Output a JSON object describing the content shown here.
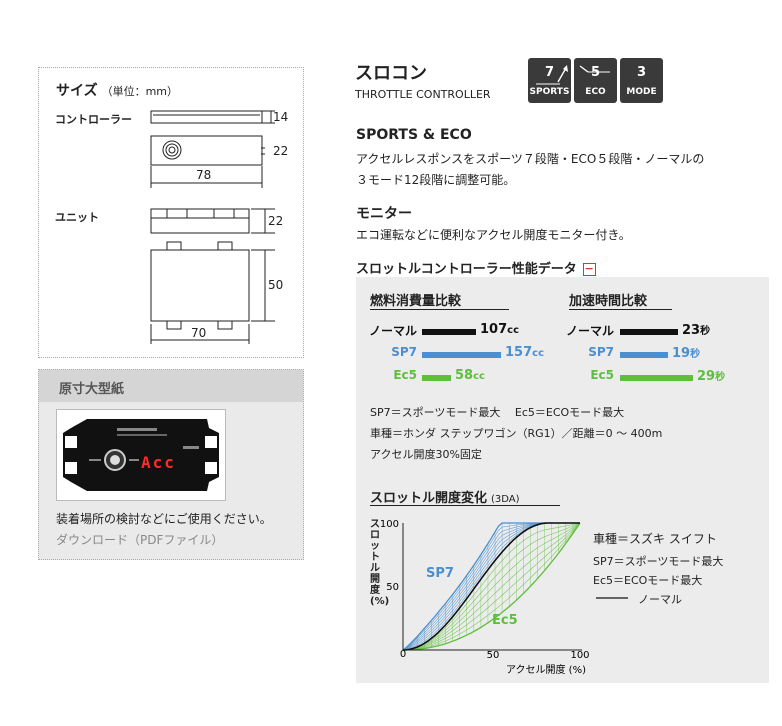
{
  "size": {
    "title": "サイズ",
    "unit": "（単位：mm）",
    "controller_label": "コントローラー",
    "controller_dims": {
      "thickness": "14",
      "height": "22",
      "width": "78"
    },
    "unit_label": "ユニット",
    "unit_dims": {
      "height": "22",
      "depth": "50",
      "width": "70"
    }
  },
  "paper": {
    "title": "原寸大型紙",
    "description": "装着場所の検討などにご使用ください。",
    "download_link": "ダウンロード（PDFファイル）",
    "display_text": "Acc"
  },
  "product": {
    "title": "スロコン",
    "subtitle": "THROTTLE CONTROLLER",
    "modes": [
      {
        "num": "7",
        "cap": "SPORTS"
      },
      {
        "num": "5",
        "cap": "ECO"
      },
      {
        "num": "3",
        "cap": "MODE"
      }
    ]
  },
  "sports_eco": {
    "heading": "SPORTS & ECO",
    "line1": "アクセルレスポンスをスポーツ７段階・ECO５段階・ノーマルの",
    "line2": "３モード12段階に調整可能。"
  },
  "monitor": {
    "heading": "モニター",
    "text": "エコ運転などに便利なアクセル開度モニター付き。"
  },
  "perf": {
    "heading": "スロットルコントローラー性能データ",
    "toggle": "−",
    "fuel": {
      "heading": "燃料消費量比較",
      "rows": [
        {
          "label": "ノーマル",
          "value": "107",
          "unit": "cc",
          "color": "#111111",
          "ratio": 1.0
        },
        {
          "label": "SP7",
          "value": "157",
          "unit": "cc",
          "color": "#4a8fd0",
          "ratio": 1.467
        },
        {
          "label": "Ec5",
          "value": "58",
          "unit": "cc",
          "color": "#5dbf3c",
          "ratio": 0.542
        }
      ]
    },
    "accel": {
      "heading": "加速時間比較",
      "rows": [
        {
          "label": "ノーマル",
          "value": "23",
          "unit": "秒",
          "color": "#111111",
          "ratio": 1.0
        },
        {
          "label": "SP7",
          "value": "19",
          "unit": "秒",
          "color": "#4a8fd0",
          "ratio": 0.826
        },
        {
          "label": "Ec5",
          "value": "29",
          "unit": "秒",
          "color": "#5dbf3c",
          "ratio": 1.26
        }
      ]
    },
    "notes": [
      "SP7＝スポーツモード最大　 Ec5＝ECOモード最大",
      "車種＝ホンダ ステップワゴン（RG1）／距離＝0 ～ 400m",
      "アクセル開度30%固定"
    ]
  },
  "throttle": {
    "heading": "スロットル開度変化",
    "heading_note": "(3DA)",
    "ylabel": "スロットル開度(%)",
    "xlabel": "アクセル開度 (%)",
    "yticks": [
      "100",
      "50",
      "0"
    ],
    "xticks": [
      "50",
      "100"
    ],
    "sp7_label": "SP7",
    "ec5_label": "Ec5",
    "legend": [
      "車種＝スズキ スイフト",
      "SP7＝スポーツモード最大",
      "Ec5＝ECOモード最大",
      "ノーマル"
    ],
    "colors": {
      "sp7": "#4a8fd0",
      "ec5": "#5dbf3c",
      "normal": "#111111"
    }
  }
}
